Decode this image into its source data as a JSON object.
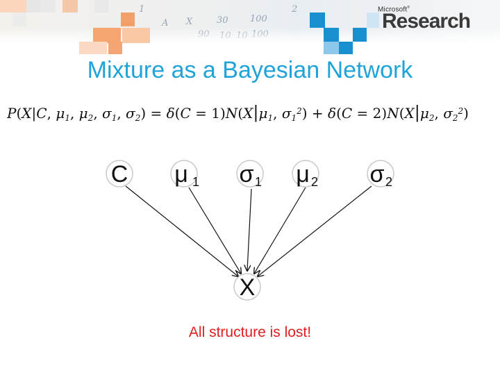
{
  "header": {
    "logo_small": "Microsoft",
    "logo_large": "Research",
    "scribbles": [
      "A",
      "X",
      "30",
      "100",
      "10",
      "10",
      "100",
      "90",
      "1",
      "2"
    ]
  },
  "slide": {
    "title": "Mixture as a Bayesian Network",
    "formula": "P(X|C, μ1, μ2, σ1, σ2) = δ(C = 1)N(X|μ1, σ1²) + δ(C = 2)N(X|μ2, σ2²)",
    "caption": "All structure is lost!"
  },
  "network": {
    "nodes": [
      {
        "id": "C",
        "main": "C",
        "sub": ""
      },
      {
        "id": "mu1",
        "main": "μ",
        "sub": "1"
      },
      {
        "id": "sigma1",
        "main": "σ",
        "sub": "1"
      },
      {
        "id": "mu2",
        "main": "μ",
        "sub": "2"
      },
      {
        "id": "sigma2",
        "main": "σ",
        "sub": "2"
      },
      {
        "id": "X",
        "main": "X",
        "sub": ""
      }
    ],
    "edges": [
      {
        "from": "C",
        "to": "X"
      },
      {
        "from": "mu1",
        "to": "X"
      },
      {
        "from": "sigma1",
        "to": "X"
      },
      {
        "from": "mu2",
        "to": "X"
      },
      {
        "from": "sigma2",
        "to": "X"
      }
    ]
  },
  "colors": {
    "title": "#1fa3d9",
    "caption": "#e01e1e",
    "accent_orange": "#f7b98f",
    "accent_blue": "#1a8fd0"
  }
}
